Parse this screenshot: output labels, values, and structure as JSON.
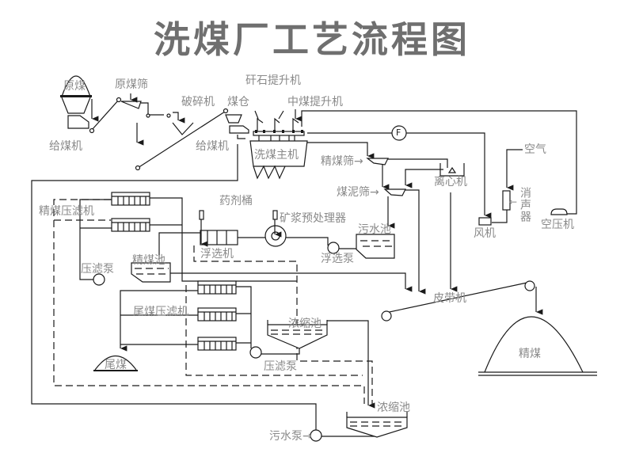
{
  "title": "洗煤厂工艺流程图",
  "colors": {
    "line": "#1a1a1a",
    "label": "#8a8a8a",
    "title": "#6f6f6f",
    "background": "#ffffff"
  },
  "labels": {
    "raw_coal": "原煤",
    "feeder_1": "给煤机",
    "raw_coal_screen": "原煤筛",
    "crusher": "破碎机",
    "coal_bunker": "煤仓",
    "feeder_2": "给煤机",
    "gangue_elevator": "矸石提升机",
    "middling_elevator": "中煤提升机",
    "flow_meter": "F",
    "jig_main": "洗煤主机",
    "clean_coal_screen": "精煤筛→",
    "centrifuge": "离心机",
    "slime_screen": "煤泥筛→",
    "air": "空气",
    "silencer": "消声器",
    "silencer_arrow": "←",
    "blower": "风机",
    "air_compressor": "空压机",
    "reagent_tank": "药剂桶",
    "slurry_conditioner": "矿浆预处理器",
    "clean_coal_filter_press": "精煤压滤机",
    "sewage_pool": "污水池",
    "flotation_machine": "浮选机",
    "flotation_pump": "浮选泵",
    "filter_pump_1": "压滤泵",
    "clean_coal_pool": "精煤池",
    "belt_conveyor": "皮带机",
    "tailings_filter_press": "尾煤压滤机",
    "thickener_1": "浓缩池",
    "filter_pump_2": "压滤泵",
    "tailings": "尾煤",
    "clean_coal_pile": "精煤",
    "thickener_2": "浓缩池",
    "sewage_pump": "污水泵→"
  }
}
